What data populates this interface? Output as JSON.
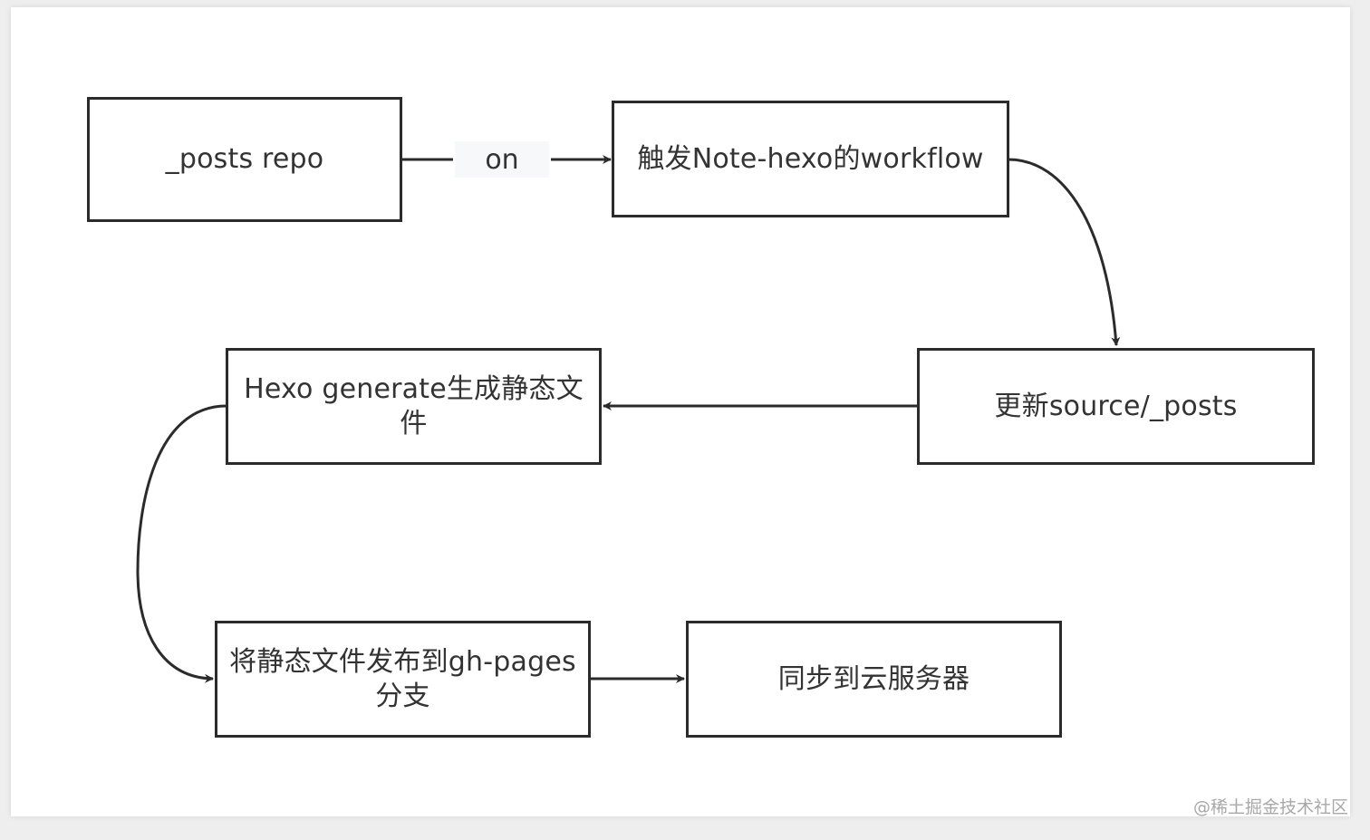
{
  "nodes": {
    "posts_repo": "_posts repo",
    "trigger_workflow": "触发Note-hexo的workflow",
    "update_source": "更新source/_posts",
    "hexo_generate_line1": "Hexo generate生成静态文",
    "hexo_generate_line2": "件",
    "publish_line1": "将静态文件发布到gh-pages",
    "publish_line2": "分支",
    "sync_server": "同步到云服务器"
  },
  "edges": {
    "repo_to_workflow_label": "on"
  },
  "watermark": "@稀土掘金技术社区",
  "colors": {
    "stroke": "#2b2b2b",
    "text": "#333333",
    "background": "#ffffff"
  }
}
